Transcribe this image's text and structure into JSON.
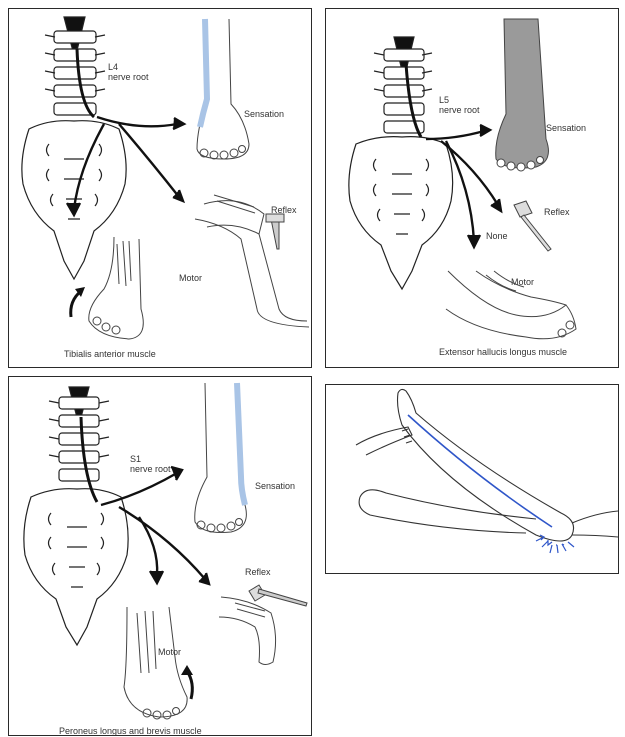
{
  "panels": [
    {
      "id": "l4",
      "root_label": [
        "L4",
        "nerve root"
      ],
      "sensation": "Sensation",
      "reflex": "Reflex",
      "motor": "Motor",
      "muscle": "Tibialis anterior muscle",
      "sensation_color": "#a9c4e6"
    },
    {
      "id": "l5",
      "root_label": [
        "L5",
        "nerve root"
      ],
      "sensation": "Sensation",
      "reflex": "Reflex",
      "reflex_result": "None",
      "motor": "Motor",
      "muscle": "Extensor hallucis longus muscle",
      "sensation_color": "#9a9a9a"
    },
    {
      "id": "s1",
      "root_label": [
        "S1",
        "nerve root"
      ],
      "sensation": "Sensation",
      "reflex": "Reflex",
      "motor": "Motor",
      "muscle": "Peroneus longus and brevis muscle",
      "sensation_color": "#a9c4e6"
    }
  ],
  "leg_raise_nerve_color": "#2f56c9"
}
